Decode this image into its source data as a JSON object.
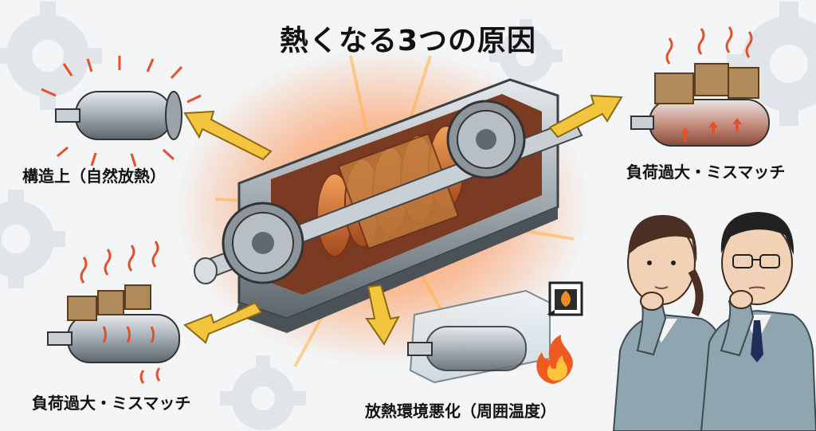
{
  "title": "熱くなる3つの原因",
  "labels": {
    "structural": "構造上（自然放熱）",
    "overload_left": "負荷過大・ミスマッチ",
    "overload_right": "負荷過大・ミスマッチ",
    "environment": "放熱環境悪化（周囲温度）"
  },
  "colors": {
    "arrow": "#f3c53e",
    "heat": "#e4502a",
    "coil": "#c8642c",
    "metal": "#9aa3ab",
    "box": "#b08a5a",
    "jacket": "#8fa6b0",
    "background_gear": "#dfe3e7"
  },
  "icons": [
    "gear-icon",
    "flame-icon",
    "furnace-icon",
    "heat-wave-icon",
    "arrow-icon"
  ]
}
